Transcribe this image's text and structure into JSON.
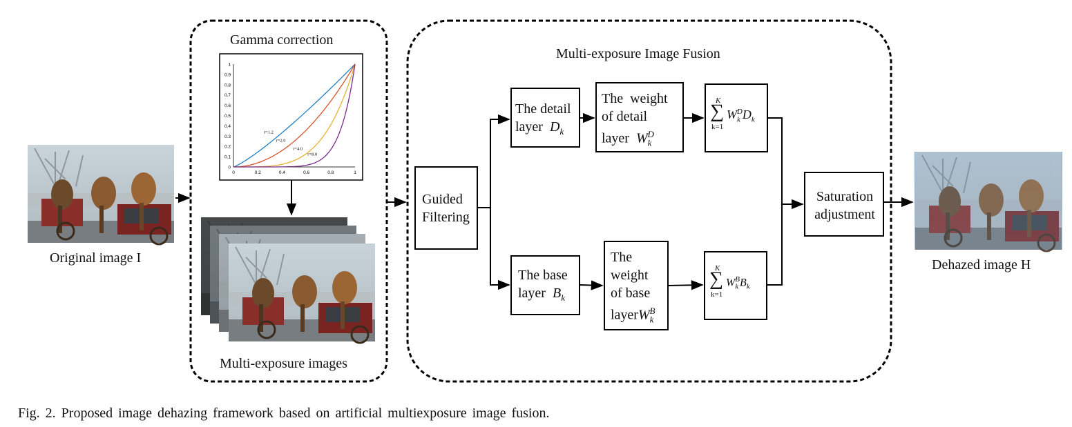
{
  "original": {
    "label": "Original image I"
  },
  "dehazed": {
    "label": "Dehazed image H"
  },
  "gamma": {
    "title": "Gamma correction",
    "y_ticks": [
      "1",
      "0.9",
      "0.8",
      "0.7",
      "0.6",
      "0.5",
      "0.4",
      "0.3",
      "0.2",
      "0.1",
      "0"
    ],
    "x_ticks": [
      "0",
      "0.2",
      "0.4",
      "0.6",
      "0.8",
      "1"
    ],
    "curve_labels": [
      "r=1.2",
      "r=2.0",
      "r=4.0",
      "r=8.0"
    ],
    "gammas": [
      1.2,
      2.0,
      4.0,
      8.0
    ],
    "curve_colors": [
      "#1f7fc4",
      "#d4542a",
      "#e5b132",
      "#7a2a8c"
    ]
  },
  "multi_exposure": {
    "label": "Multi-exposure images"
  },
  "fusion": {
    "title": "Multi-exposure Image Fusion"
  },
  "guided": {
    "line1": "Guided",
    "line2": "Filtering"
  },
  "detail_layer": {
    "line1": "The detail",
    "line2": "layer",
    "sym": "D",
    "sub": "k"
  },
  "detail_weight": {
    "line1": "The  weight",
    "line2": "of detail",
    "line3": "layer",
    "sym": "W",
    "sub": "k",
    "sup": "D"
  },
  "detail_sum": {
    "top": "K",
    "bottom": "k=1",
    "w": "W",
    "w_sub": "k",
    "w_sup": "D",
    "v": "D",
    "v_sub": "k"
  },
  "base_layer": {
    "line1": "The base",
    "line2": "layer",
    "sym": "B",
    "sub": "k"
  },
  "base_weight": {
    "line1": "The",
    "line2": "weight",
    "line3": "of base",
    "line4": "layer",
    "sym": "W",
    "sub": "k",
    "sup": "B"
  },
  "base_sum": {
    "top": "K",
    "bottom": "k=1",
    "w": "W",
    "w_sub": "k",
    "w_sup": "B",
    "v": "B",
    "v_sub": "k"
  },
  "saturation": {
    "line1": "Saturation",
    "line2": "adjustment"
  },
  "caption": "Fig. 2.   Proposed image dehazing framework based on artificial multiexposure image fusion."
}
